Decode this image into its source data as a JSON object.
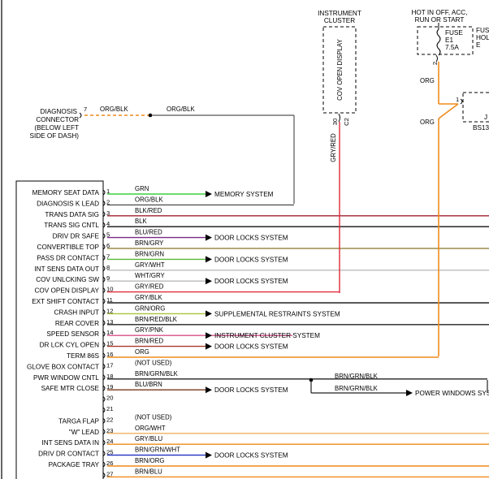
{
  "module_pins": [
    {
      "pin": "1",
      "name": "MEMORY SEAT DATA",
      "wire": "GRN",
      "color": "#3fcf3f",
      "dest": "MEMORY SYSTEM"
    },
    {
      "pin": "2",
      "name": "DIAGNOSIS K LEAD",
      "wire": "ORG/BLK",
      "color": "#555555",
      "dest": ""
    },
    {
      "pin": "3",
      "name": "TRANS DATA SIG",
      "wire": "BLK/RED",
      "color": "#a02030",
      "dest": ""
    },
    {
      "pin": "4",
      "name": "TRANS SIG CNTL",
      "wire": "BLK",
      "color": "#111111",
      "dest": ""
    },
    {
      "pin": "5",
      "name": "DRIV DR SAFE",
      "wire": "BLU/RED",
      "color": "#7a2a8a",
      "dest": "DOOR LOCKS SYSTEM"
    },
    {
      "pin": "6",
      "name": "CONVERTIBLE TOP",
      "wire": "BRN/GRY",
      "color": "#9c8b4a",
      "dest": ""
    },
    {
      "pin": "7",
      "name": "PASS DR CONTACT",
      "wire": "BRN/GRN",
      "color": "#5ab83a",
      "dest": "DOOR LOCKS SYSTEM"
    },
    {
      "pin": "8",
      "name": "INT SENS DATA OUT",
      "wire": "GRY/WHT",
      "color": "#bdbdbd",
      "dest": ""
    },
    {
      "pin": "9",
      "name": "COV UNLCKING SW",
      "wire": "WHT/GRY",
      "color": "#b8b8b8",
      "dest": "DOOR LOCKS SYSTEM"
    },
    {
      "pin": "10",
      "name": "COV OPEN DISPLAY",
      "wire": "GRY/RED",
      "color": "#e02a3a",
      "dest": ""
    },
    {
      "pin": "11",
      "name": "EXT SHIFT CONTACT",
      "wire": "GRY/BLK",
      "color": "#222222",
      "dest": ""
    },
    {
      "pin": "12",
      "name": "CRASH INPUT",
      "wire": "GRN/ORG",
      "color": "#a8c43a",
      "dest": "SUPPLEMENTAL RESTRAINTS SYSTEM"
    },
    {
      "pin": "13",
      "name": "REAR COVER",
      "wire": "BRN/RED/BLK",
      "color": "#222222",
      "dest": ""
    },
    {
      "pin": "14",
      "name": "SPEED SENSOR",
      "wire": "GRY/PNK",
      "color": "#d8508a",
      "dest": "INSTRUMENT CLUSTER SYSTEM"
    },
    {
      "pin": "15",
      "name": "DR LCK CYL OPEN",
      "wire": "BRN/RED",
      "color": "#a83a2a",
      "dest": "DOOR LOCKS SYSTEM"
    },
    {
      "pin": "16",
      "name": "TERM 86S",
      "wire": "ORG",
      "color": "#f08a1a",
      "dest": ""
    },
    {
      "pin": "17",
      "name": "GLOVE BOX CONTACT",
      "wire": "(NOT USED)",
      "color": "",
      "dest": ""
    },
    {
      "pin": "18",
      "name": "PWR WINDOW CNTL",
      "wire": "BRN/GRN/BLK",
      "color": "#222222",
      "dest": ""
    },
    {
      "pin": "19",
      "name": "SAFE MTR CLOSE",
      "wire": "BLU/BRN",
      "color": "#7a3a1a",
      "dest": "DOOR LOCKS SYSTEM"
    },
    {
      "pin": "20",
      "name": "",
      "wire": "",
      "color": "",
      "dest": ""
    },
    {
      "pin": "21",
      "name": "",
      "wire": "",
      "color": "",
      "dest": ""
    },
    {
      "pin": "22",
      "name": "TARGA FLAP",
      "wire": "(NOT USED)",
      "color": "",
      "dest": ""
    },
    {
      "pin": "23",
      "name": "\"W\" LEAD",
      "wire": "ORG/WHT",
      "color": "#f0b060",
      "dest": ""
    },
    {
      "pin": "24",
      "name": "INT SENS DATA IN",
      "wire": "GRY/BLU",
      "color": "#f08a1a",
      "dest": ""
    },
    {
      "pin": "25",
      "name": "DRIV DR CONTACT",
      "wire": "BRN/GRN/WHT",
      "color": "#2030c0",
      "dest": "DOOR LOCKS SYSTEM"
    },
    {
      "pin": "26",
      "name": "PACKAGE TRAY",
      "wire": "BRN/ORG",
      "color": "#f08a1a",
      "dest": ""
    },
    {
      "pin": "27",
      "name": "",
      "wire": "BRN/BLU",
      "color": "#f08a1a",
      "dest": ""
    }
  ],
  "diag": {
    "name_line1": "DIAGNOSIS",
    "name_line2": "CONNECTOR",
    "note_line1": "(BELOW LEFT",
    "note_line2": "SIDE OF DASH)",
    "pin": "7",
    "wire1": "ORG/BLK",
    "wire2": "ORG/BLK"
  },
  "cluster": {
    "title_line1": "INSTRUMENT",
    "title_line2": "CLUSTER",
    "display_label": "COV OPEN DISPLAY",
    "pin1": "30",
    "pin2": "C2",
    "wire": "GRY/RED"
  },
  "fuse": {
    "hot_line1": "HOT IN OFF, ACC,",
    "hot_line2": "RUN OR START",
    "line1": "FUSE",
    "line2": "E1",
    "line3": "7.5A",
    "pin": "2",
    "box_line1": "FUS",
    "box_line2": "HOL",
    "box_line3": "E",
    "wire": "ORG"
  },
  "splice": {
    "pin": "1",
    "letter": "J",
    "id": "BS13",
    "wire": "ORG"
  },
  "pwr_window": {
    "wire_a": "BRN/GRN/BLK",
    "wire_b": "BRN/GRN/BLK",
    "dest": "POWER WINDOWS SYSTEM"
  }
}
